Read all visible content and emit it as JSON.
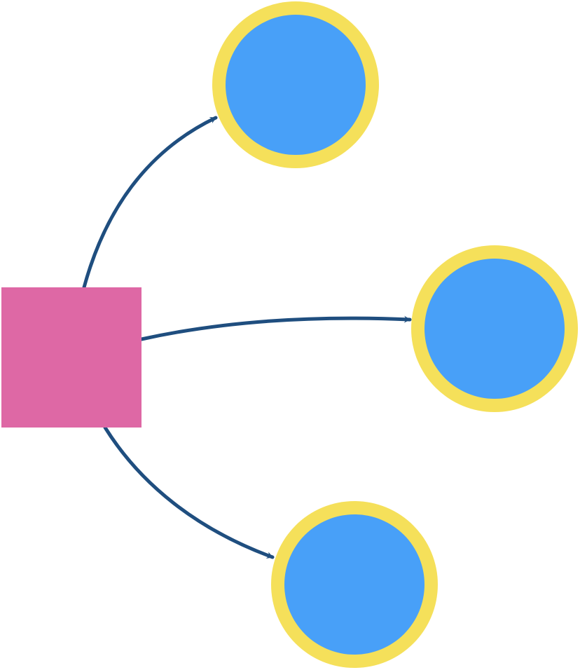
{
  "diagram": {
    "colors": {
      "background": "#ffffff",
      "source_fill": "#de68a5",
      "target_fill": "#48a0f8",
      "target_ring": "#f5e05a",
      "edge_stroke": "#1f4e7f"
    },
    "nodes": [
      {
        "id": "source",
        "shape": "square",
        "label": ""
      },
      {
        "id": "target-top",
        "shape": "circle",
        "label": ""
      },
      {
        "id": "target-middle",
        "shape": "circle",
        "label": ""
      },
      {
        "id": "target-bottom",
        "shape": "circle",
        "label": ""
      }
    ],
    "edges": [
      {
        "from": "source",
        "to": "target-top",
        "directed": true
      },
      {
        "from": "source",
        "to": "target-middle",
        "directed": true
      },
      {
        "from": "source",
        "to": "target-bottom",
        "directed": true
      }
    ]
  }
}
